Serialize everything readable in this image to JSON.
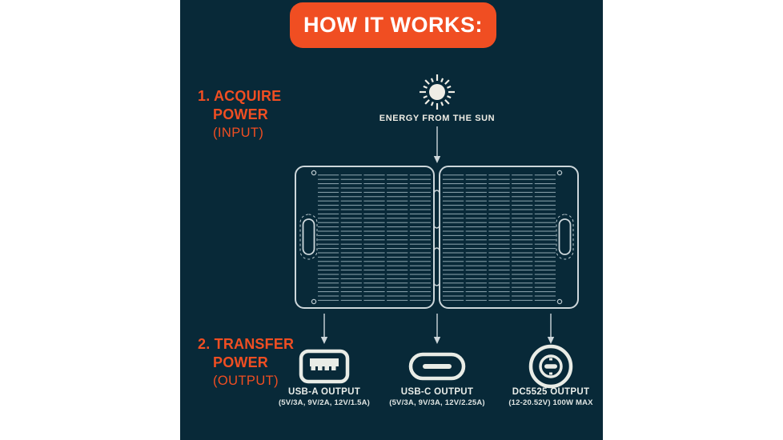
{
  "colors": {
    "background_navy": "#082938",
    "accent_orange": "#F04E22",
    "text_cream": "#EFEDE5",
    "panel_line": "#CDD7DB"
  },
  "banner": {
    "label": "HOW IT WORKS:"
  },
  "steps": [
    {
      "number": "1.",
      "line1": "ACQUIRE",
      "line2": "POWER",
      "sub": "(INPUT)"
    },
    {
      "number": "2.",
      "line1": "TRANSFER",
      "line2": "POWER",
      "sub": "(OUTPUT)"
    }
  ],
  "sun": {
    "label": "ENERGY FROM THE SUN",
    "icon": "sun-icon"
  },
  "illustration": {
    "name": "foldable-solar-panel"
  },
  "outputs": [
    {
      "name": "USB-A OUTPUT",
      "specs": "(5V/3A, 9V/2A, 12V/1.5A)",
      "icon": "usb-a-icon"
    },
    {
      "name": "USB-C OUTPUT",
      "specs": "(5V/3A, 9V/3A, 12V/2.25A)",
      "icon": "usb-c-icon"
    },
    {
      "name": "DC5525 OUTPUT",
      "specs": "(12-20.52V) 100W MAX",
      "icon": "dc5525-icon"
    }
  ]
}
